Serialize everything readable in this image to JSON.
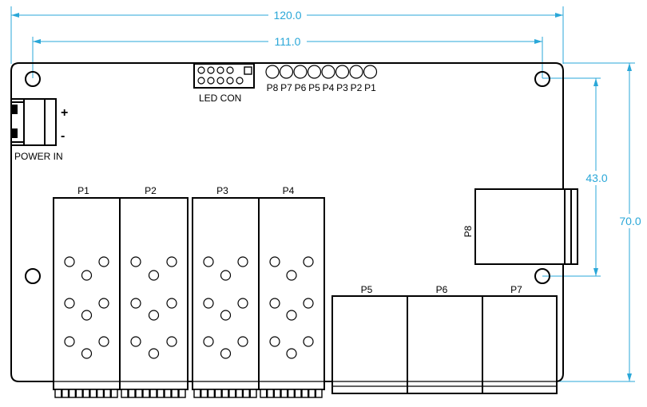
{
  "dimensions": {
    "overall_width": "120.0",
    "hole_spacing_x": "111.0",
    "hole_spacing_y": "43.0",
    "overall_height": "70.0"
  },
  "labels": {
    "power_in": "POWER IN",
    "plus": "+",
    "minus": "-",
    "led_con": "LED CON",
    "pins": [
      "P8",
      "P7",
      "P6",
      "P5",
      "P4",
      "P3",
      "P2",
      "P1"
    ],
    "ports_left": [
      "P1",
      "P2",
      "P3",
      "P4"
    ],
    "ports_right": [
      "P5",
      "P6",
      "P7"
    ],
    "p8": "P8"
  },
  "colors": {
    "dimension": "#2aa7d8",
    "outline": "#000000"
  }
}
